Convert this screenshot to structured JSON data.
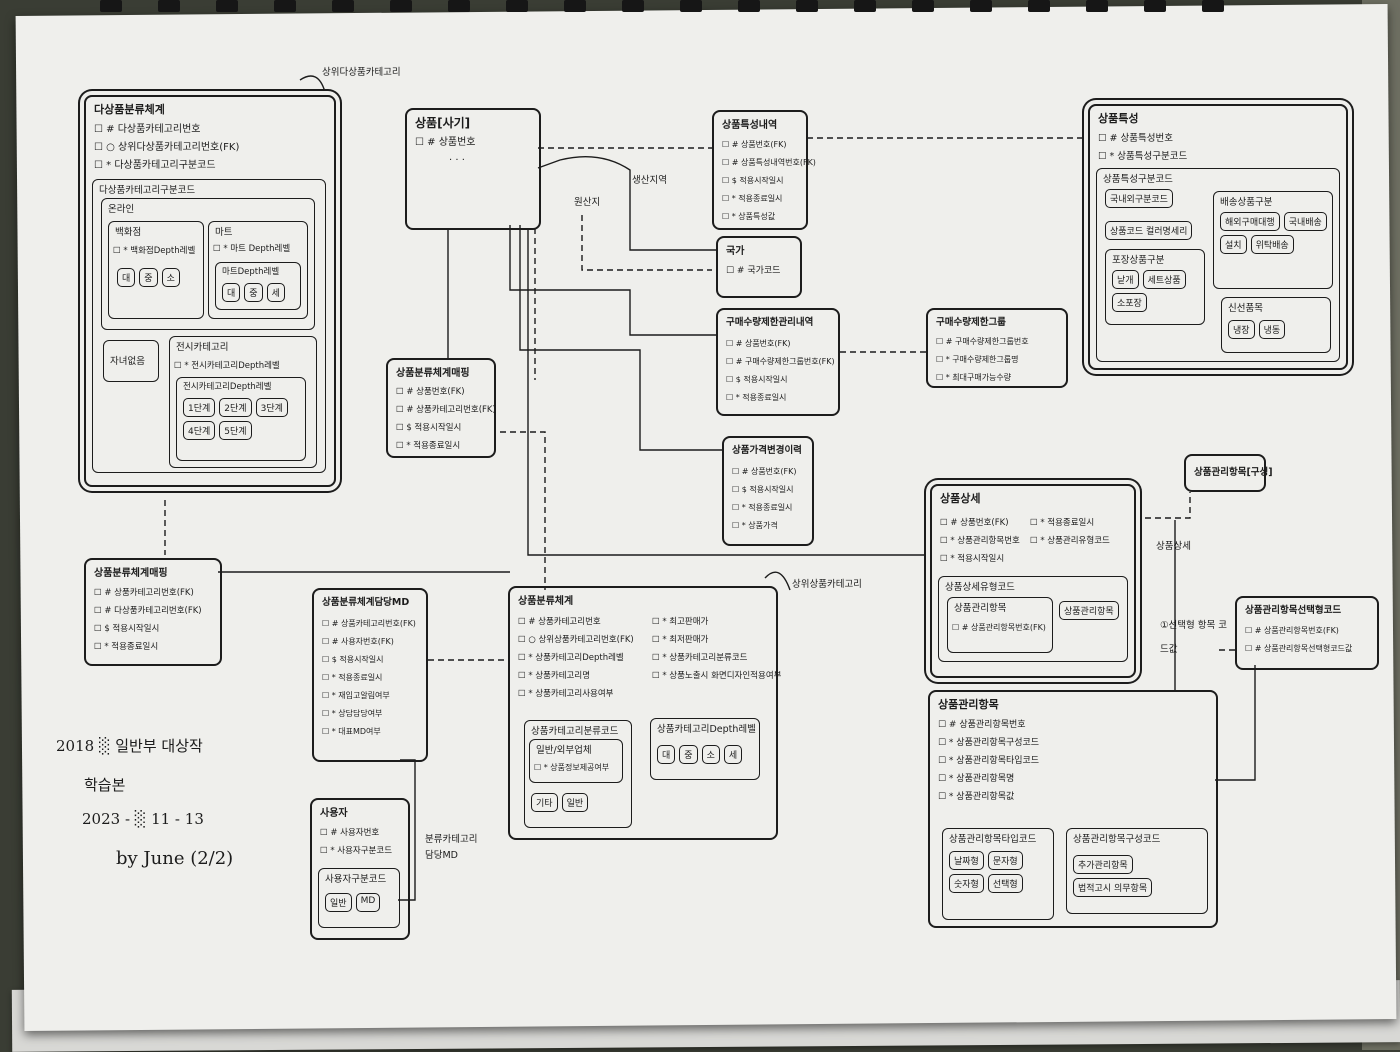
{
  "entities": {
    "subcat": {
      "title": "다상품분류체계",
      "attrs": [
        "☐ # 다상품카테고리번호",
        "☐ ○ 상위다상품카테고리번호(FK)",
        "☐ * 다상품카테고리구분코드"
      ],
      "group_title": "다상품카테고리구분코드",
      "online": {
        "title": "온라인",
        "kit": {
          "title": "백화점",
          "attr": "☐ * 백화점Depth레벨",
          "chips": [
            "대",
            "중",
            "소"
          ]
        },
        "mart": {
          "title": "마트",
          "attr": "☐ * 마트 Depth레벨",
          "inner_title": "마트Depth레벨",
          "chips": [
            "대",
            "중",
            "세"
          ]
        }
      },
      "nochild": "자녀없음",
      "mall": {
        "title": "전시카테고리",
        "attr": "☐ * 전시카테고리Depth레벨",
        "inner_title": "전시카테고리Depth레벨",
        "chips": [
          "1단계",
          "2단계",
          "3단계",
          "4단계",
          "5단계"
        ]
      }
    },
    "goods_cat_map": {
      "title": "상품분류체계매핑",
      "attrs": [
        "☐ # 상품카테고리번호(FK)",
        "☐ # 다상품카테고리번호(FK)",
        "☐ $ 적용시작일시",
        "☐ * 적용종료일시"
      ]
    },
    "goods": {
      "title": "상품[사기]",
      "attrs": [
        "☐ # 상품번호",
        "· · ·"
      ]
    },
    "goods_map": {
      "title": "상품분류체계매핑",
      "attrs": [
        "☐ # 상품번호(FK)",
        "☐ # 상품카테고리번호(FK)",
        "☐ $ 적용시작일시",
        "☐ * 적용종료일시"
      ]
    },
    "goods_feature": {
      "title": "상품특성내역",
      "attrs": [
        "☐ # 상품번호(FK)",
        "☐ # 상품특성내역번호(FK)",
        "☐ $ 적용시작일시",
        "☐ * 적용종료일시",
        "☐ * 상품특성값"
      ]
    },
    "country": {
      "title": "국가",
      "attrs": [
        "☐ # 국가코드"
      ]
    },
    "buylimit_hist": {
      "title": "구매수량제한관리내역",
      "attrs": [
        "☐ # 상품번호(FK)",
        "☐ # 구매수량제한그룹번호(FK)",
        "☐ $ 적용시작일시",
        "☐ * 적용종료일시"
      ]
    },
    "buylimit_group": {
      "title": "구매수량제한그룹",
      "attrs": [
        "☐ # 구매수량제한그룹번호",
        "☐ * 구매수량제한그룹명",
        "☐ * 최대구매가능수량"
      ]
    },
    "price_hist": {
      "title": "상품가격변경이력",
      "attrs": [
        "☐ # 상품번호(FK)",
        "☐ $ 적용시작일시",
        "☐ * 적용종료일시",
        "☐ * 상품가격"
      ]
    },
    "feature": {
      "title": "상품특성",
      "attrs": [
        "☐ # 상품특성번호",
        "☐ * 상품특성구분코드"
      ],
      "group_title": "상품특성구분코드",
      "left_chips_a": [
        "국내외구분코드"
      ],
      "left_chips_b": [
        "상품코드 컬러명세리"
      ],
      "pkg": {
        "title": "포장상품구분",
        "chips": [
          "낱개",
          "세트상품",
          "소포장"
        ]
      },
      "delivery": {
        "title": "배송상품구분",
        "chips": [
          "해외구매대행",
          "국내배송",
          "설치",
          "위탁배송"
        ]
      },
      "fresh": {
        "title": "신선품목",
        "chips": [
          "냉장",
          "냉동"
        ]
      }
    },
    "goods_mgmt_map": {
      "title": "상품관리항목[구성]"
    },
    "goods_detail": {
      "title": "상품상세",
      "attrs_left": [
        "☐ # 상품번호(FK)",
        "☐ * 상품관리항목번호",
        "☐ * 적용시작일시"
      ],
      "attrs_right": [
        "☐ * 적용종료일시",
        "☐ * 상품관리유형코드"
      ],
      "group_title": "상품상세유형코드",
      "inner": {
        "title": "상품관리항목",
        "attr": "☐ # 상품관리항목번호(FK)"
      },
      "chip_right": "상품관리항목"
    },
    "mgmt_code": {
      "title": "상품관리항목선택형코드",
      "attrs": [
        "☐ # 상품관리항목번호(FK)",
        "☐ # 상품관리항목선택형코드값"
      ]
    },
    "mgmt_item": {
      "title": "상품관리항목",
      "attrs": [
        "☐ # 상품관리항목번호",
        "☐ * 상품관리항목구성코드",
        "☐ * 상품관리항목타입코드",
        "☐ * 상품관리항목명",
        "☐ * 상품관리항목값"
      ],
      "type_title": "상품관리항목타입코드",
      "type_chips": [
        "날짜형",
        "문자형",
        "숫자형",
        "선택형"
      ],
      "comp_title": "상품관리항목구성코드",
      "comp_chips": [
        "추가관리항목",
        "법적고시 의무항목"
      ]
    },
    "gmd": {
      "title": "상품분류체계담당MD",
      "attrs": [
        "☐ # 상품카테고리번호(FK)",
        "☐ # 사용자번호(FK)",
        "☐ $ 적용시작일시",
        "☐ * 적용종료일시",
        "☐ * 재입고알림여부",
        "☐ * 상담담당여부",
        "☐ * 대표MD여부"
      ]
    },
    "user": {
      "title": "사용자",
      "attrs": [
        "☐ # 사용자번호",
        "☐ * 사용자구분코드"
      ],
      "group_title": "사용자구분코드",
      "chips": [
        "일반",
        "MD"
      ]
    },
    "goods_cat": {
      "title": "상품분류체계",
      "attrs_left": [
        "☐ # 상품카테고리번호",
        "☐ ○ 상위상품카테고리번호(FK)",
        "☐ * 상품카테고리Depth레벨",
        "☐ * 상품카테고리명",
        "☐ * 상품카테고리사용여부"
      ],
      "attrs_right": [
        "☐ * 최고판매가",
        "☐ * 최저판매가",
        "☐ * 상품카테고리분류코드",
        "☐ * 상품노출시 화면디자인적용여부"
      ],
      "kind_title": "상품카테고리분류코드",
      "kind_attrs": [
        "일반/외부업체",
        "☐ * 상품정보제공여부"
      ],
      "kind_chips": [
        "기타",
        "일반"
      ],
      "depth_title": "상품카테고리Depth레벨",
      "depth_chips": [
        "대",
        "중",
        "소",
        "세"
      ]
    }
  },
  "rel_labels": {
    "upper_subcat": "상위다상품카테고리",
    "upper_cat": "상위상품카테고리",
    "prod_place": "생산지역",
    "origin": "원산지",
    "goods_detail": "상품상세",
    "mgmt_sel": "①선택형 항목 코드값",
    "mgmt_md": "분류카테고리 담당MD"
  },
  "notes": {
    "line1": "2018 ░ 일반부 대상작",
    "line2": "학습본",
    "line3": "2023 - ░ 11 - 13",
    "line4": "by June  (2/2)"
  }
}
